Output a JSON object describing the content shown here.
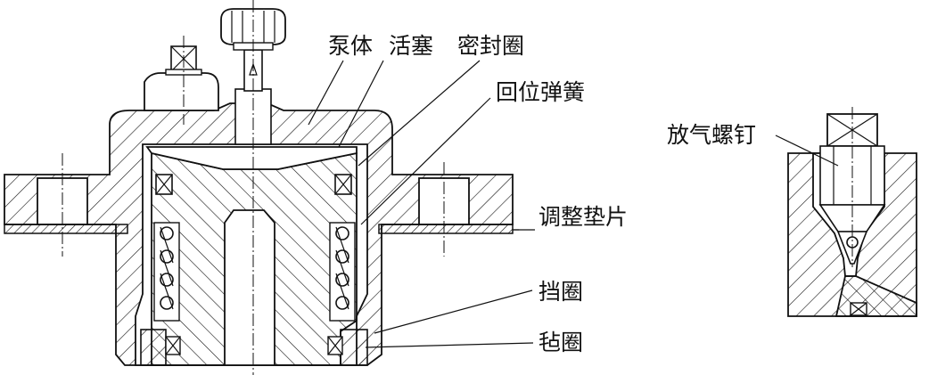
{
  "labels": {
    "pump_body": "泵体",
    "piston": "活塞",
    "seal_ring": "密封圈",
    "return_spring": "回位弹簧",
    "adjust_shim": "调整垫片",
    "retaining_ring": "挡圈",
    "felt_ring": "毡圈",
    "bleed_screw": "放气螺钉"
  }
}
